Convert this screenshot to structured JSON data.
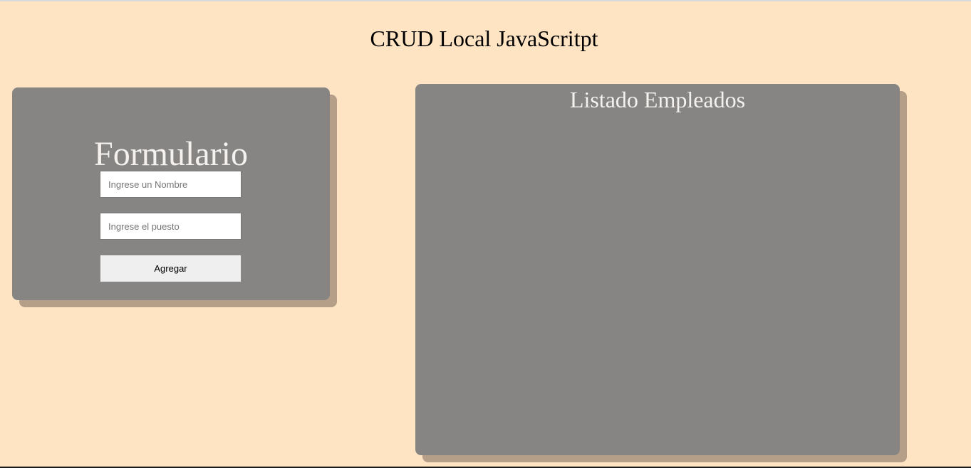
{
  "page": {
    "title": "CRUD Local JavaScritpt"
  },
  "form": {
    "title": "Formulario",
    "name_input": {
      "placeholder": "Ingrese un Nombre",
      "value": ""
    },
    "position_input": {
      "placeholder": "Ingrese el puesto",
      "value": ""
    },
    "submit_label": "Agregar"
  },
  "list": {
    "title": "Listado Empleados",
    "items": []
  },
  "colors": {
    "background": "#ffe4c4",
    "panel": "#878583",
    "panel_shadow": "#b59f89",
    "panel_text": "#f4f1ee"
  }
}
